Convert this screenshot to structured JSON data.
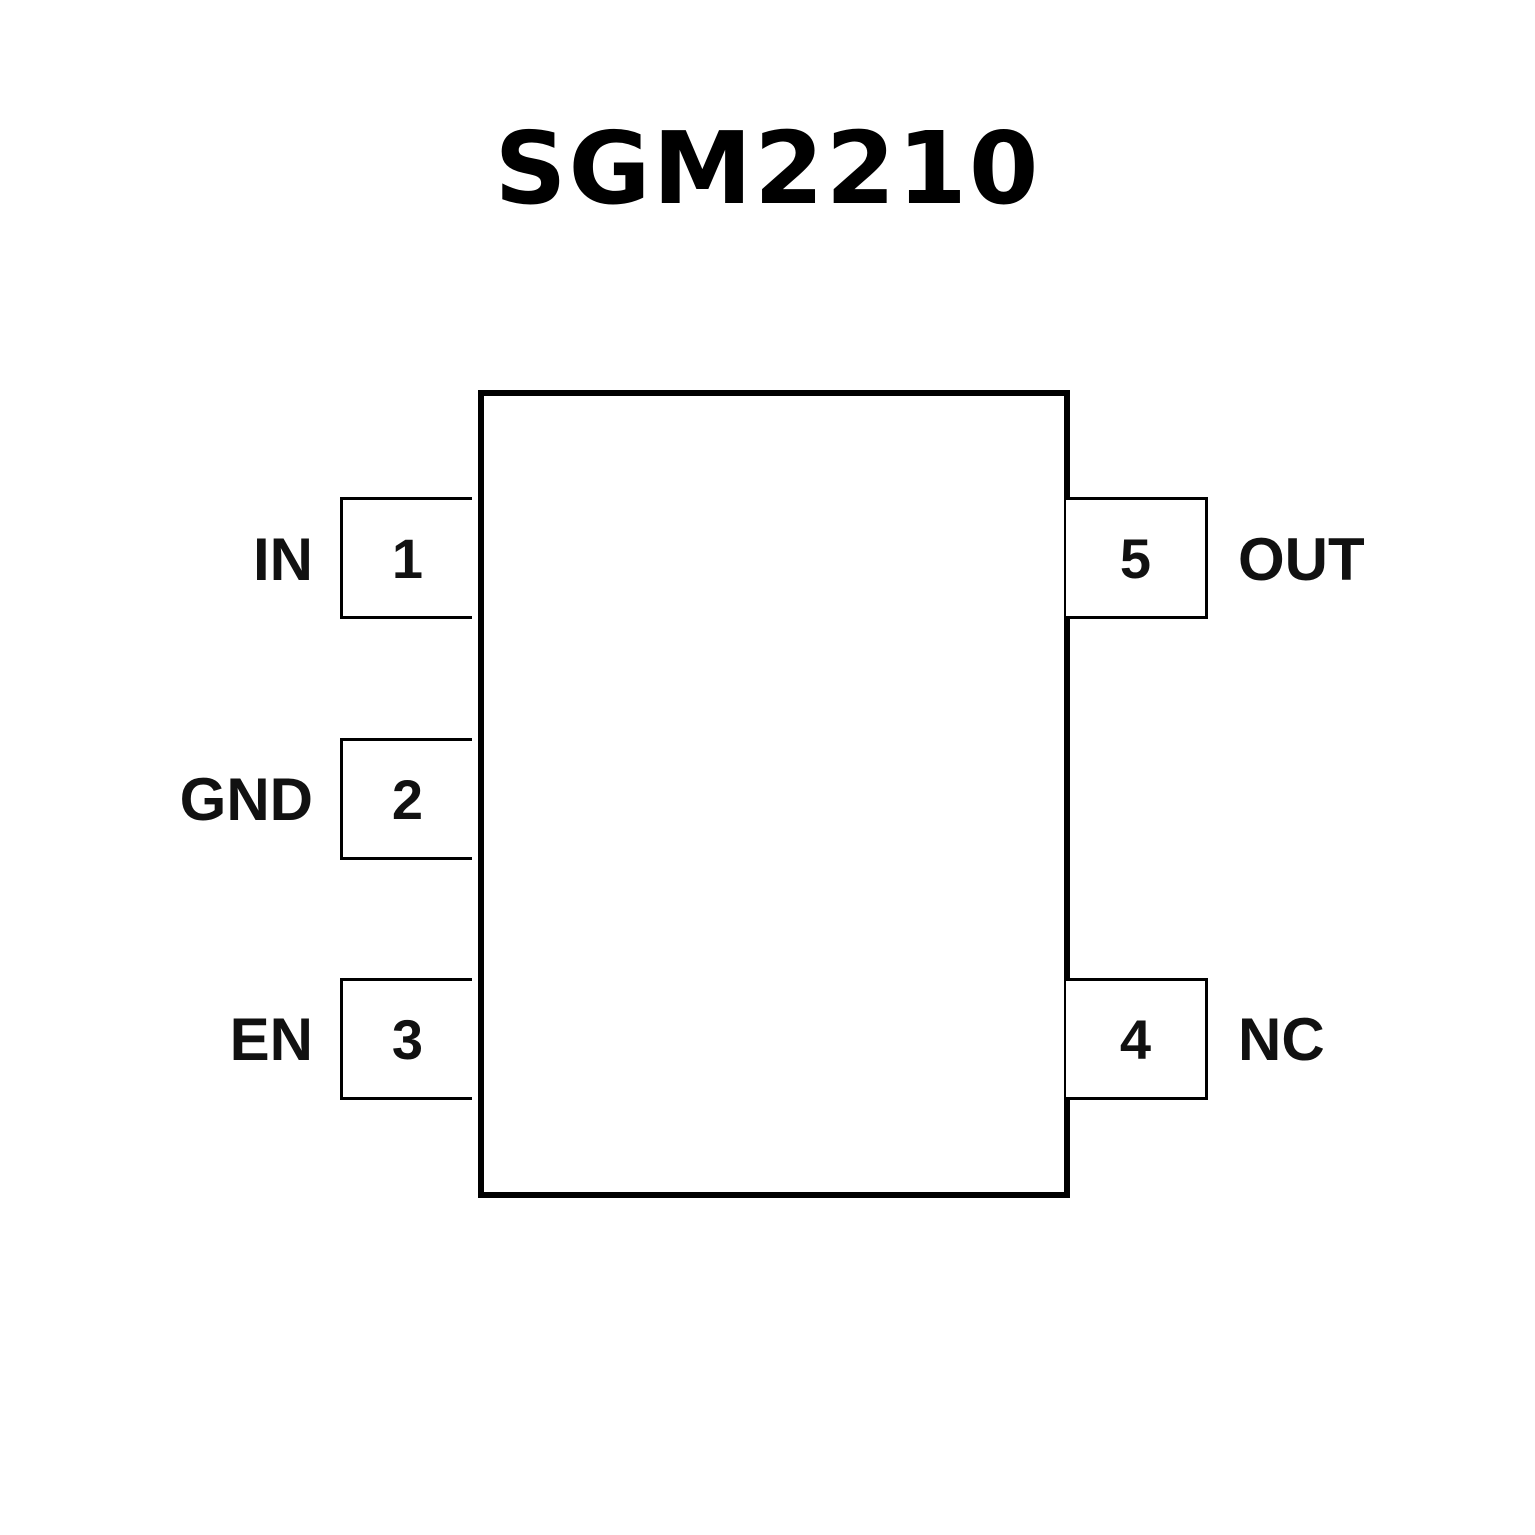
{
  "title": "SGM2210",
  "pins": [
    {
      "num": "1",
      "name": "IN"
    },
    {
      "num": "2",
      "name": "GND"
    },
    {
      "num": "3",
      "name": "EN"
    },
    {
      "num": "4",
      "name": "NC"
    },
    {
      "num": "5",
      "name": "OUT"
    }
  ]
}
